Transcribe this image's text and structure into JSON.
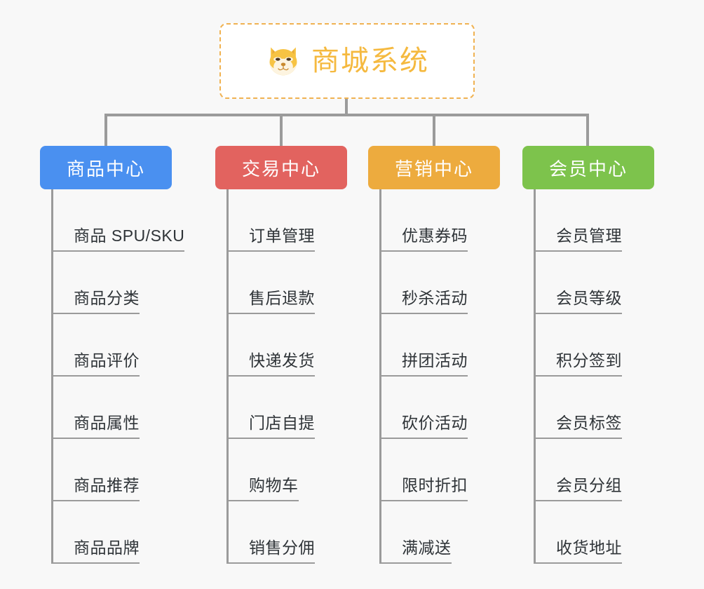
{
  "background_color": "#f8f8f8",
  "root": {
    "icon": "shiba-dog-face-icon",
    "title": "商城系统",
    "title_color": "#f5b93f",
    "border_color": "#f0b252"
  },
  "connector_color": "#9b9b9b",
  "groups": [
    {
      "label": "商品中心",
      "color": "#4a90f0",
      "items": [
        "商品 SPU/SKU",
        "商品分类",
        "商品评价",
        "商品属性",
        "商品推荐",
        "商品品牌"
      ]
    },
    {
      "label": "交易中心",
      "color": "#e2635f",
      "items": [
        "订单管理",
        "售后退款",
        "快递发货",
        "门店自提",
        "购物车",
        "销售分佣"
      ]
    },
    {
      "label": "营销中心",
      "color": "#edab3e",
      "items": [
        "优惠券码",
        "秒杀活动",
        "拼团活动",
        "砍价活动",
        "限时折扣",
        "满减送"
      ]
    },
    {
      "label": "会员中心",
      "color": "#7dc34c",
      "items": [
        "会员管理",
        "会员等级",
        "积分签到",
        "会员标签",
        "会员分组",
        "收货地址"
      ]
    }
  ]
}
